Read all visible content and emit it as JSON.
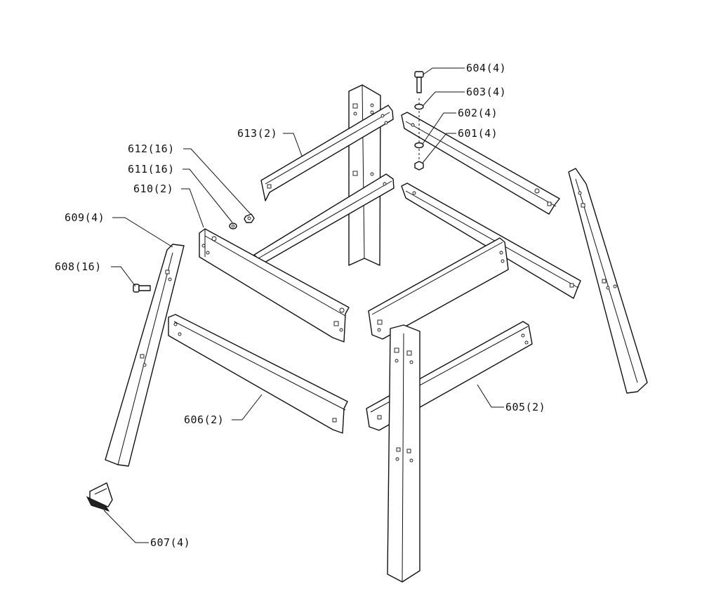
{
  "diagram": {
    "callouts": [
      {
        "id": "c604",
        "label": "604(4)"
      },
      {
        "id": "c603",
        "label": "603(4)"
      },
      {
        "id": "c602",
        "label": "602(4)"
      },
      {
        "id": "c601",
        "label": "601(4)"
      },
      {
        "id": "c613",
        "label": "613(2)"
      },
      {
        "id": "c612",
        "label": "612(16)"
      },
      {
        "id": "c611",
        "label": "611(16)"
      },
      {
        "id": "c610",
        "label": "610(2)"
      },
      {
        "id": "c609",
        "label": "609(4)"
      },
      {
        "id": "c608",
        "label": "608(16)"
      },
      {
        "id": "c606",
        "label": "606(2)"
      },
      {
        "id": "c605",
        "label": "605(2)"
      },
      {
        "id": "c607",
        "label": "607(4)"
      }
    ]
  }
}
